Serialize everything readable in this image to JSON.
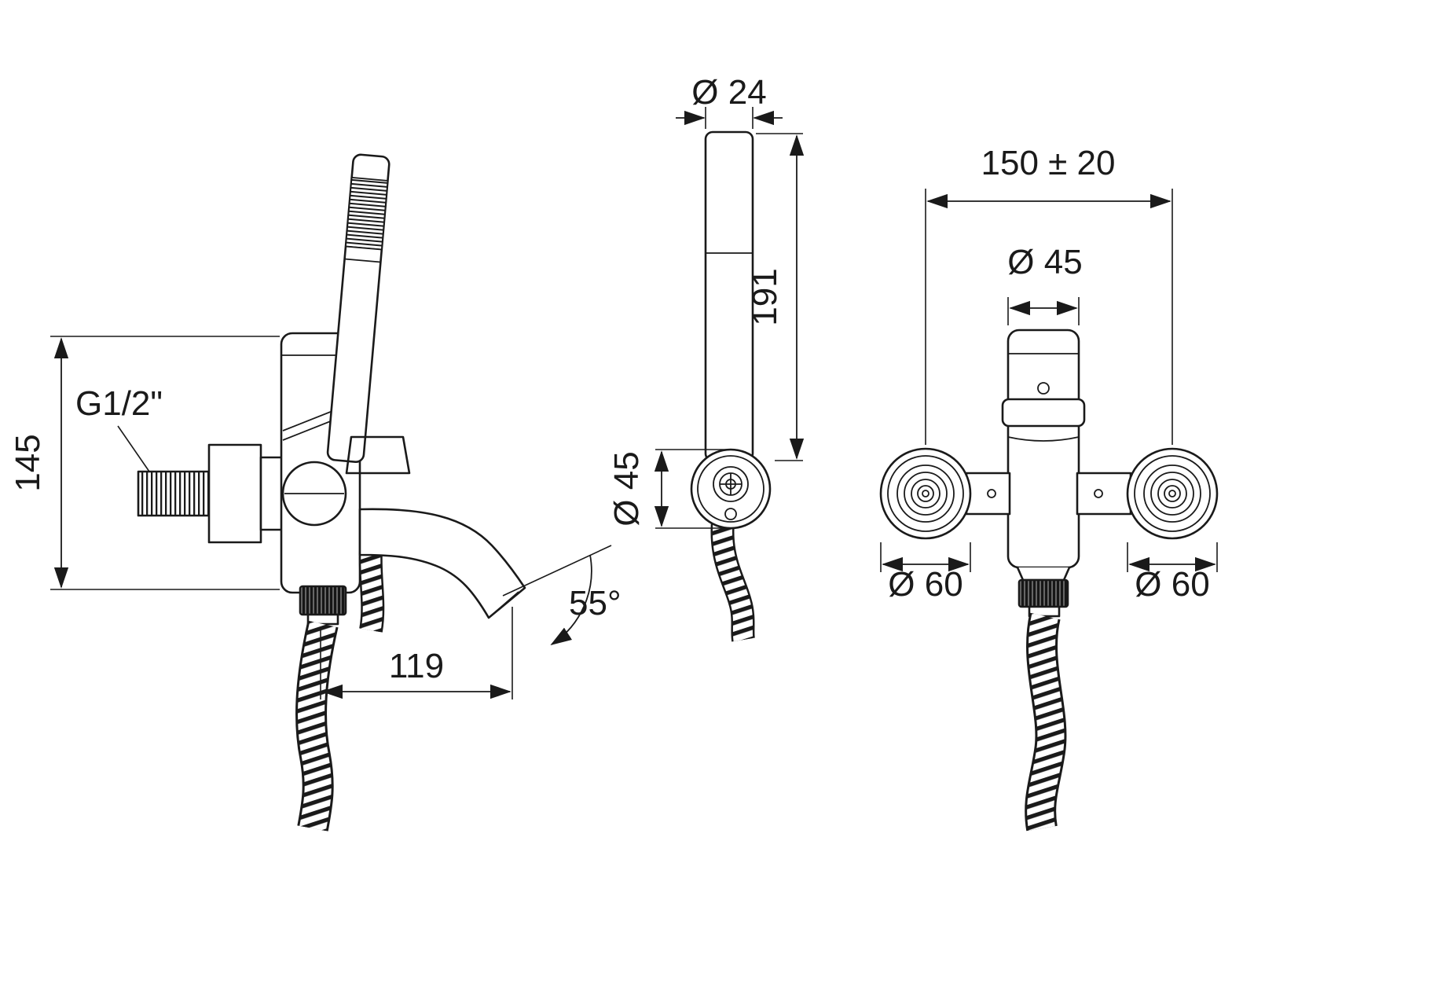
{
  "drawing": {
    "views": {
      "side": {
        "dims": {
          "height": "145",
          "thread": "G1/2\"",
          "spout_reach": "119",
          "spout_angle": "55°"
        }
      },
      "handshower": {
        "dims": {
          "head_diameter": "Ø 24",
          "length": "191",
          "holder_diameter": "Ø 45"
        }
      },
      "front": {
        "dims": {
          "center_distance": "150 ± 20",
          "body_diameter": "Ø 45",
          "flange_left_diameter": "Ø 60",
          "flange_right_diameter": "Ø 60"
        }
      }
    },
    "colors": {
      "line": "#1a1a1a",
      "background": "#ffffff"
    }
  }
}
